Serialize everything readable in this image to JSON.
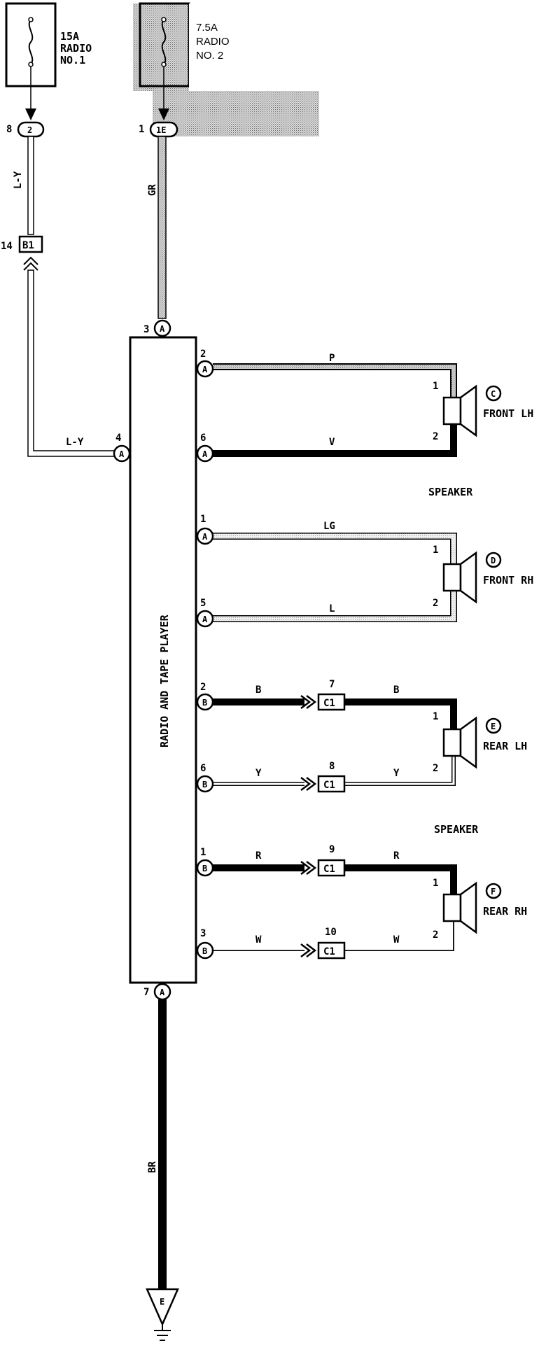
{
  "fuses": {
    "radio1": {
      "rating": "15A",
      "line2": "RADIO",
      "line3": "NO.1"
    },
    "radio2": {
      "rating": "7.5A",
      "line2": "RADIO",
      "line3": "NO. 2"
    }
  },
  "connectors": {
    "fuse1_pin": "8",
    "fuse1_conn": "2",
    "fuse2_pin": "1",
    "fuse2_conn": "1E",
    "jb_pin": "14",
    "jb_conn": "B1",
    "ground": "E"
  },
  "wires": {
    "ly_vertical": "L-Y",
    "gr_vertical": "GR",
    "ly_horizontal": "L-Y",
    "br_vertical": "BR",
    "p": "P",
    "v": "V",
    "lg": "LG",
    "l": "L",
    "b_left": "B",
    "b_right": "B",
    "y_left": "Y",
    "y_right": "Y",
    "r_left": "R",
    "r_right": "R",
    "w_left": "W",
    "w_right": "W"
  },
  "radio_unit": {
    "name": "RADIO AND TAPE PLAYER",
    "pins": {
      "top": {
        "num": "3",
        "letter": "A"
      },
      "left": {
        "num": "4",
        "letter": "A"
      },
      "bottom": {
        "num": "7",
        "letter": "A"
      },
      "a2": {
        "num": "2",
        "letter": "A"
      },
      "a6": {
        "num": "6",
        "letter": "A"
      },
      "a1": {
        "num": "1",
        "letter": "A"
      },
      "a5": {
        "num": "5",
        "letter": "A"
      },
      "b2": {
        "num": "2",
        "letter": "B"
      },
      "b6": {
        "num": "6",
        "letter": "B"
      },
      "b1": {
        "num": "1",
        "letter": "B"
      },
      "b3": {
        "num": "3",
        "letter": "B"
      }
    }
  },
  "c1_connectors": [
    {
      "num": "7",
      "label": "C1"
    },
    {
      "num": "8",
      "label": "C1"
    },
    {
      "num": "9",
      "label": "C1"
    },
    {
      "num": "10",
      "label": "C1"
    }
  ],
  "speakers": [
    {
      "id": "C",
      "label": "FRONT LH",
      "pin1": "1",
      "pin2": "2"
    },
    {
      "id": "D",
      "label": "FRONT RH",
      "pin1": "1",
      "pin2": "2"
    },
    {
      "id": "E",
      "label": "REAR LH",
      "pin1": "1",
      "pin2": "2"
    },
    {
      "id": "F",
      "label": "REAR RH",
      "pin1": "1",
      "pin2": "2"
    }
  ],
  "group_labels": {
    "front": "SPEAKER",
    "rear": "SPEAKER"
  }
}
